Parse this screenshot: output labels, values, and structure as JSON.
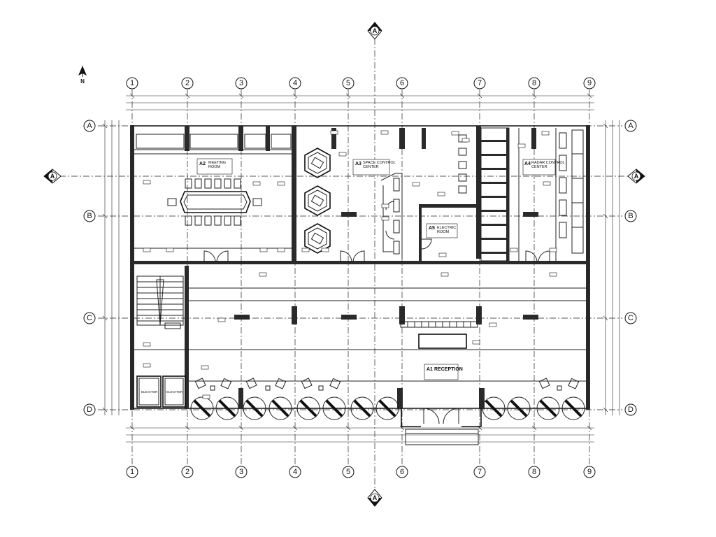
{
  "column_grid": [
    "1",
    "2",
    "3",
    "4",
    "5",
    "6",
    "7",
    "8",
    "9"
  ],
  "row_grid": [
    "A",
    "B",
    "C",
    "D"
  ],
  "section_marker": "A",
  "north_label": "N",
  "rooms": {
    "meeting": {
      "code": "A2",
      "name_line1": "MEETING",
      "name_line2": "ROOM"
    },
    "space_control": {
      "code": "A3",
      "name_line1": "SPACE CONTROL",
      "name_line2": "CENTER"
    },
    "electric": {
      "code": "A5",
      "name_line1": "ELECTRIC",
      "name_line2": "ROOM"
    },
    "radar_control": {
      "code": "A4",
      "name_line1": "RADAR CONTROL",
      "name_line2": "CENTER"
    },
    "reception": {
      "code": "A1",
      "name_line1": "RECEPTION",
      "name_line2": ""
    }
  }
}
